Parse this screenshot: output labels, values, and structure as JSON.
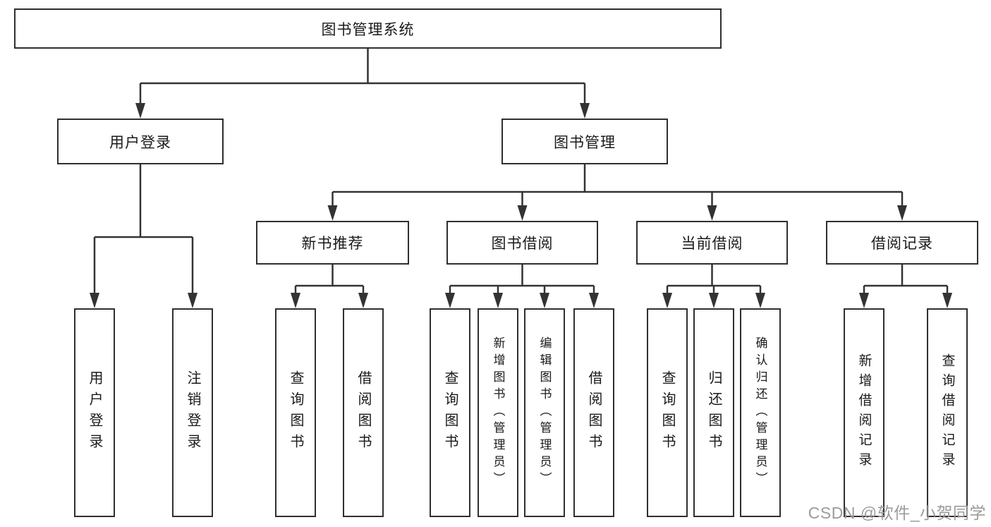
{
  "diagram": {
    "root": {
      "label": "图书管理系统"
    },
    "level2": [
      {
        "label": "用户登录"
      },
      {
        "label": "图书管理"
      }
    ],
    "level3": [
      {
        "label": "新书推荐"
      },
      {
        "label": "图书借阅"
      },
      {
        "label": "当前借阅"
      },
      {
        "label": "借阅记录"
      }
    ],
    "leaves": {
      "user_login": [
        {
          "label": "用户登录"
        },
        {
          "label": "注销登录"
        }
      ],
      "new_book": [
        {
          "label": "查询图书"
        },
        {
          "label": "借阅图书"
        }
      ],
      "book_borrow": [
        {
          "label": "查询图书"
        },
        {
          "label": "新增图书（管理员）"
        },
        {
          "label": "编辑图书（管理员）"
        },
        {
          "label": "借阅图书"
        }
      ],
      "current_borrow": [
        {
          "label": "查询图书"
        },
        {
          "label": "归还图书"
        },
        {
          "label": "确认归还（管理员）"
        }
      ],
      "borrow_record": [
        {
          "label": "新增借阅记录"
        },
        {
          "label": "查询借阅记录"
        }
      ]
    }
  },
  "watermark": {
    "text": "CSDN @软件_小贺同学"
  },
  "colors": {
    "line": "#333333",
    "border": "#2f2f2f",
    "text": "#1a1a1a",
    "watermark": "#9b9b9b",
    "background": "#ffffff"
  }
}
